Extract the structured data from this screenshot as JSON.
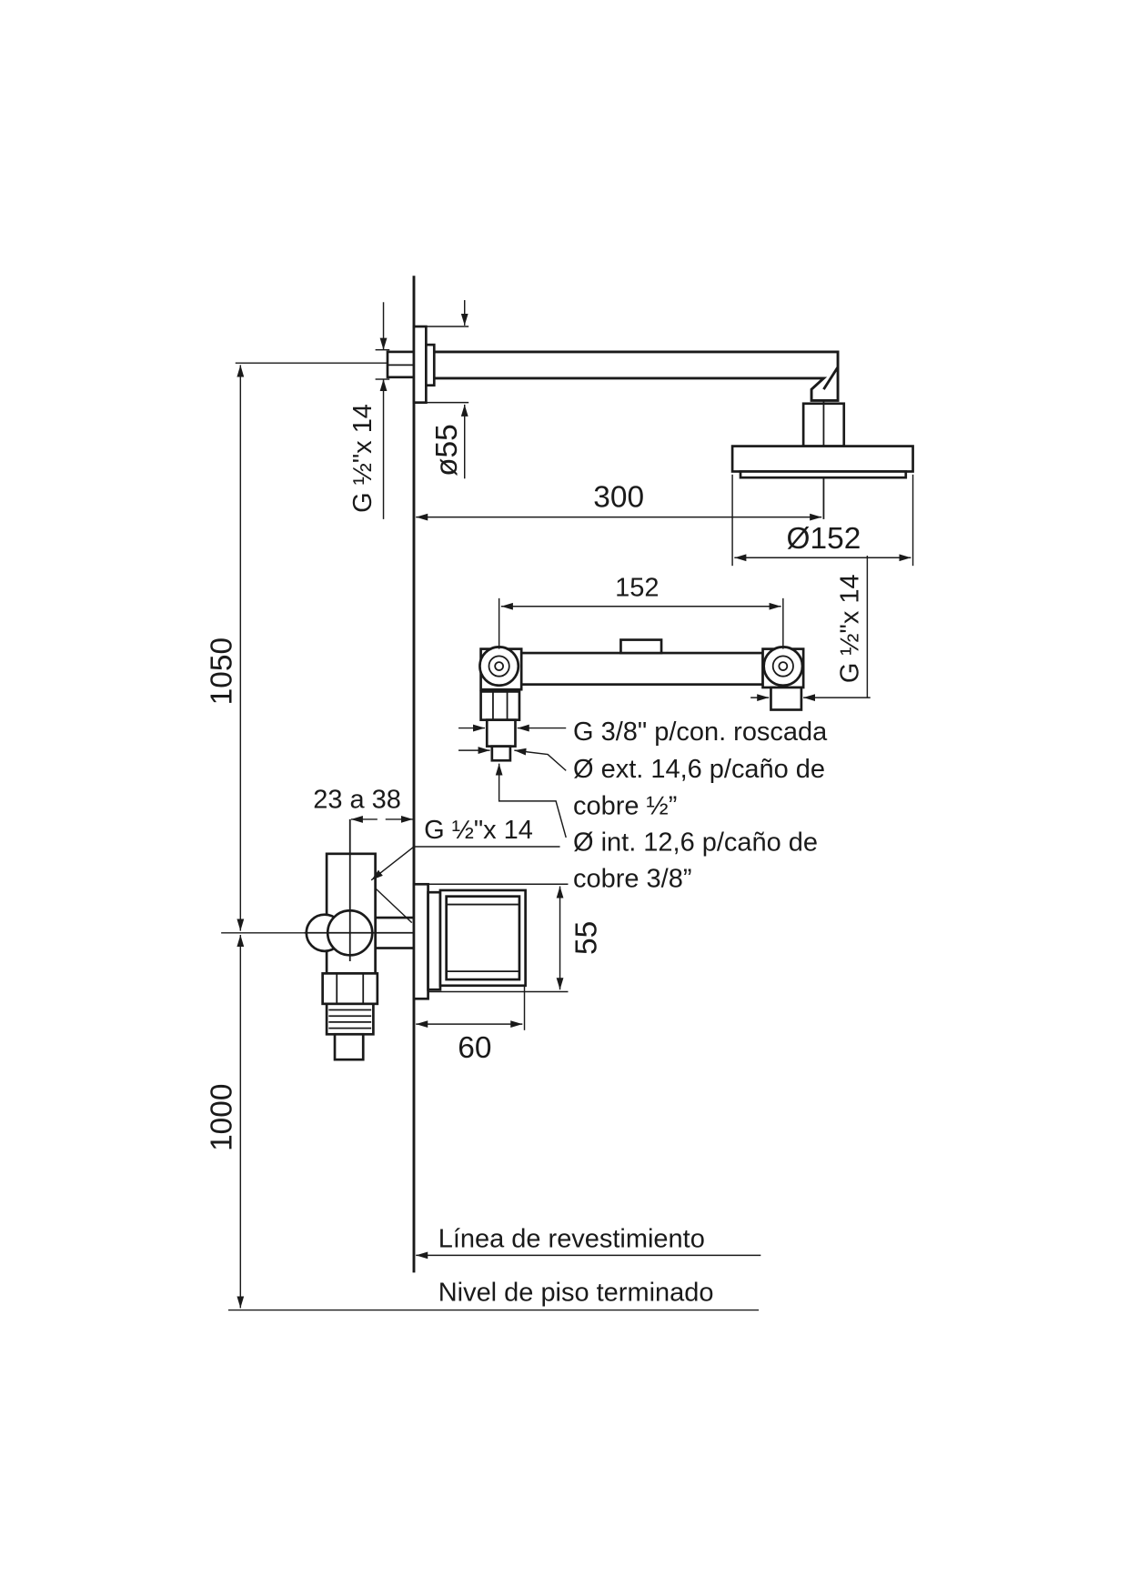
{
  "drawing": {
    "dimensions": {
      "height_upper": "1050",
      "height_lower": "1000",
      "thread_wall": "G ½\"x 14",
      "flange_diameter": "ø55",
      "arm_length": "300",
      "head_diameter": "Ø152",
      "manifold_spacing": "152",
      "thread_manifold": "G ½\"x 14",
      "valve_depth": "23 a 38",
      "thread_valve": "G ½\"x 14",
      "mixer_height": "55",
      "mixer_width": "60"
    },
    "notes": [
      "G 3/8\" p/con. roscada",
      "Ø ext. 14,6 p/caño de",
      "cobre ½”",
      "Ø int. 12,6 p/caño de",
      "cobre 3/8”"
    ],
    "reference_lines": {
      "wall": "Línea de revestimiento",
      "floor": "Nivel de piso terminado"
    },
    "colors": {
      "ink": "#1a1a1a",
      "background": "#ffffff"
    }
  }
}
